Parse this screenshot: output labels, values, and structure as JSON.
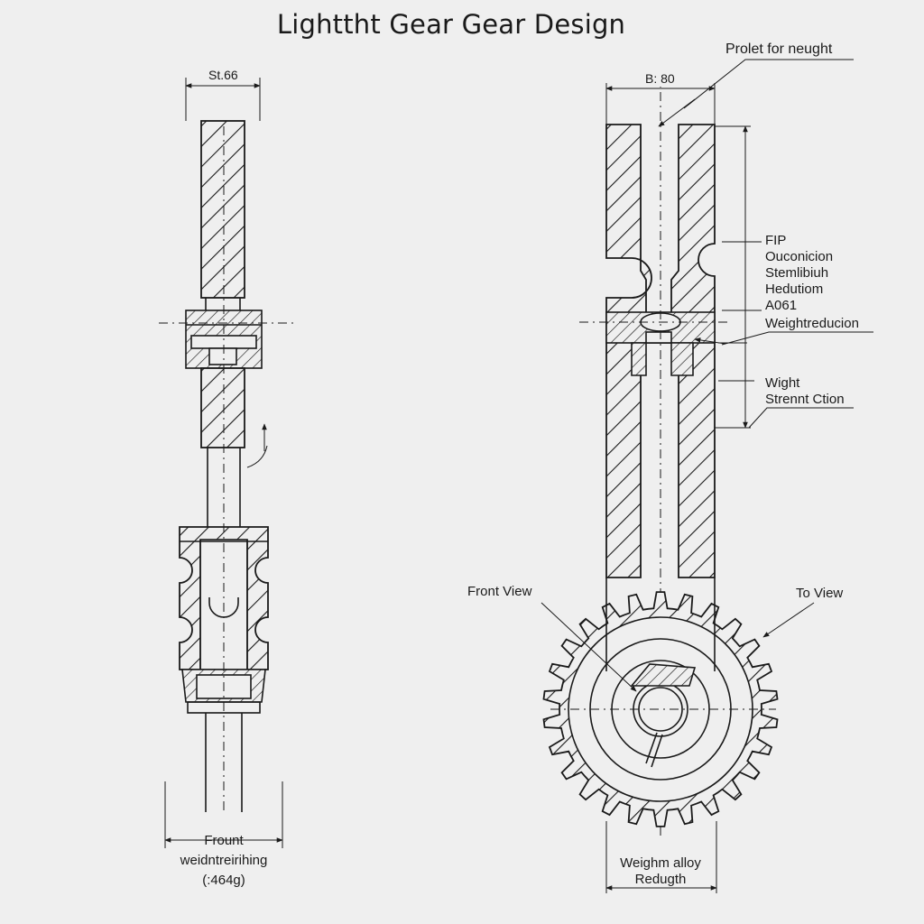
{
  "title": "Lighttht Gear Gear Design",
  "left_view": {
    "top_dimension": "St.66",
    "bottom_label_lines": [
      "Frount",
      "weidntreirihing",
      "(:464g)"
    ]
  },
  "right_view": {
    "top_dimension": "B: 80",
    "callout_top": "Prolet for neught",
    "side_notes": [
      "FIP",
      "Ouconicion",
      "Stemlibiuh",
      "Hedutiom",
      "A061"
    ],
    "weight_reduction": "Weightreducion",
    "wight": "Wight",
    "strength_caption": "Strennt Ction",
    "front_view": "Front View",
    "top_view": "To View",
    "bottom_label_lines": [
      "Weighm alloy",
      "Redugth"
    ]
  }
}
